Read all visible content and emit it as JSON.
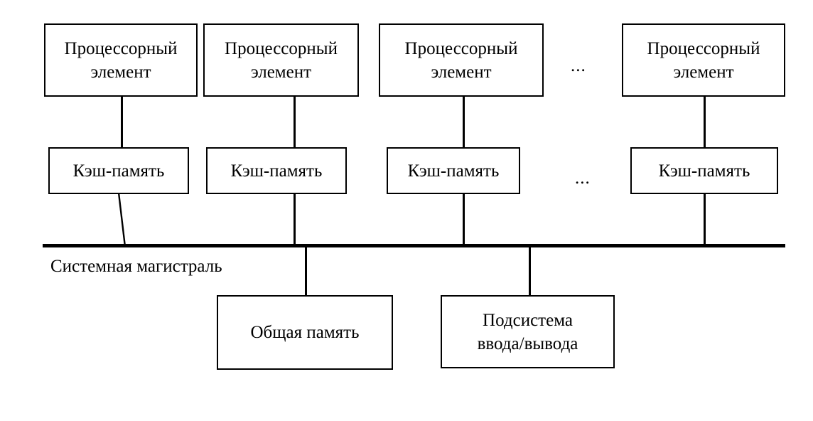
{
  "diagram": {
    "title": "Multiprocessor system with shared bus",
    "background_color": "#ffffff",
    "line_color": "#000000",
    "processor_elements": [
      {
        "label": "Процессорный\nэлемент"
      },
      {
        "label": "Процессорный\nэлемент"
      },
      {
        "label": "Процессорный\nэлемент"
      },
      {
        "label": "Процессорный\nэлемент"
      }
    ],
    "caches": [
      {
        "label": "Кэш-память"
      },
      {
        "label": "Кэш-память"
      },
      {
        "label": "Кэш-память"
      },
      {
        "label": "Кэш-память"
      }
    ],
    "ellipsis_processor_row": "...",
    "ellipsis_cache_row": "...",
    "bus": {
      "label": "Системная магистраль"
    },
    "bottom_nodes": [
      {
        "label": "Общая память"
      },
      {
        "label": "Подсистема\nввода/вывода"
      }
    ]
  }
}
